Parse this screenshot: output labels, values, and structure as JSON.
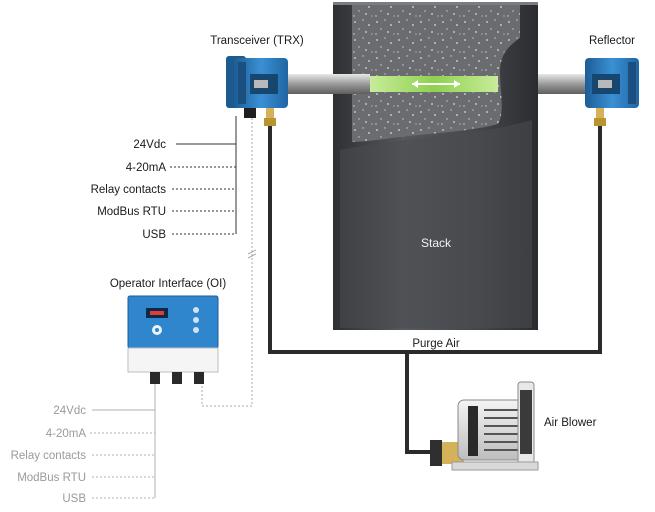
{
  "labels": {
    "transceiver": "Transceiver (TRX)",
    "reflector": "Reflector",
    "stack": "Stack",
    "purge_air": "Purge Air",
    "air_blower": "Air Blower",
    "operator_interface": "Operator Interface (OI)"
  },
  "trx_outputs": [
    "24Vdc",
    "4-20mA",
    "Relay contacts",
    "ModBus RTU",
    "USB"
  ],
  "oi_outputs": [
    "24Vdc",
    "4-20mA",
    "Relay contacts",
    "ModBus RTU",
    "USB"
  ],
  "colors": {
    "unit_blue": "#2c7fc1",
    "beam_green": "#8fd14f",
    "stack_dark": "#3a3c40",
    "pipe_dark": "#2b2b2b",
    "brass": "#d4b25a"
  }
}
